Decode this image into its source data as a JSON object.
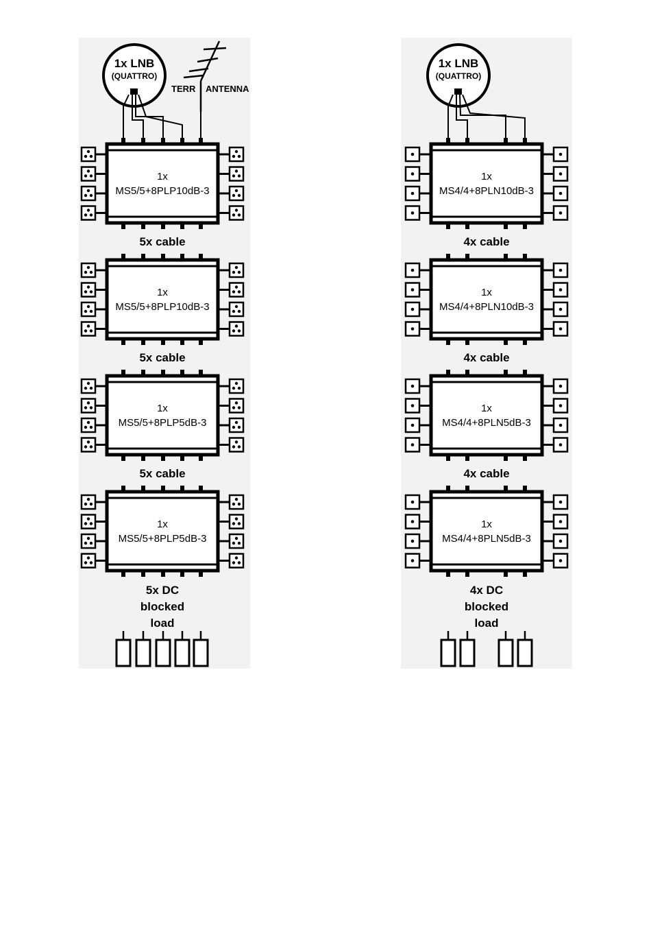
{
  "left": {
    "lnb": {
      "line1": "1x LNB",
      "line2": "(QUATTRO)"
    },
    "antenna": {
      "terr": "TERR",
      "antenna": "ANTENNA"
    },
    "outlet_type": "three-dot",
    "trunk_lines": 5,
    "units": [
      {
        "count": "1x",
        "model": "MS5/5+8PLP10dB-3"
      },
      {
        "count": "1x",
        "model": "MS5/5+8PLP10dB-3"
      },
      {
        "count": "1x",
        "model": "MS5/5+8PLP5dB-3"
      },
      {
        "count": "1x",
        "model": "MS5/5+8PLP5dB-3"
      }
    ],
    "cables": [
      "5x cable",
      "5x cable",
      "5x cable"
    ],
    "termination": {
      "line1": "5x DC",
      "line2": "blocked",
      "line3": "load"
    }
  },
  "right": {
    "lnb": {
      "line1": "1x LNB",
      "line2": "(QUATTRO)"
    },
    "outlet_type": "one-dot",
    "trunk_lines": 4,
    "units": [
      {
        "count": "1x",
        "model": "MS4/4+8PLN10dB-3"
      },
      {
        "count": "1x",
        "model": "MS4/4+8PLN10dB-3"
      },
      {
        "count": "1x",
        "model": "MS4/4+8PLN5dB-3"
      },
      {
        "count": "1x",
        "model": "MS4/4+8PLN5dB-3"
      }
    ],
    "cables": [
      "4x cable",
      "4x cable",
      "4x cable"
    ],
    "termination": {
      "line1": "4x DC",
      "line2": "blocked",
      "line3": "load"
    }
  }
}
